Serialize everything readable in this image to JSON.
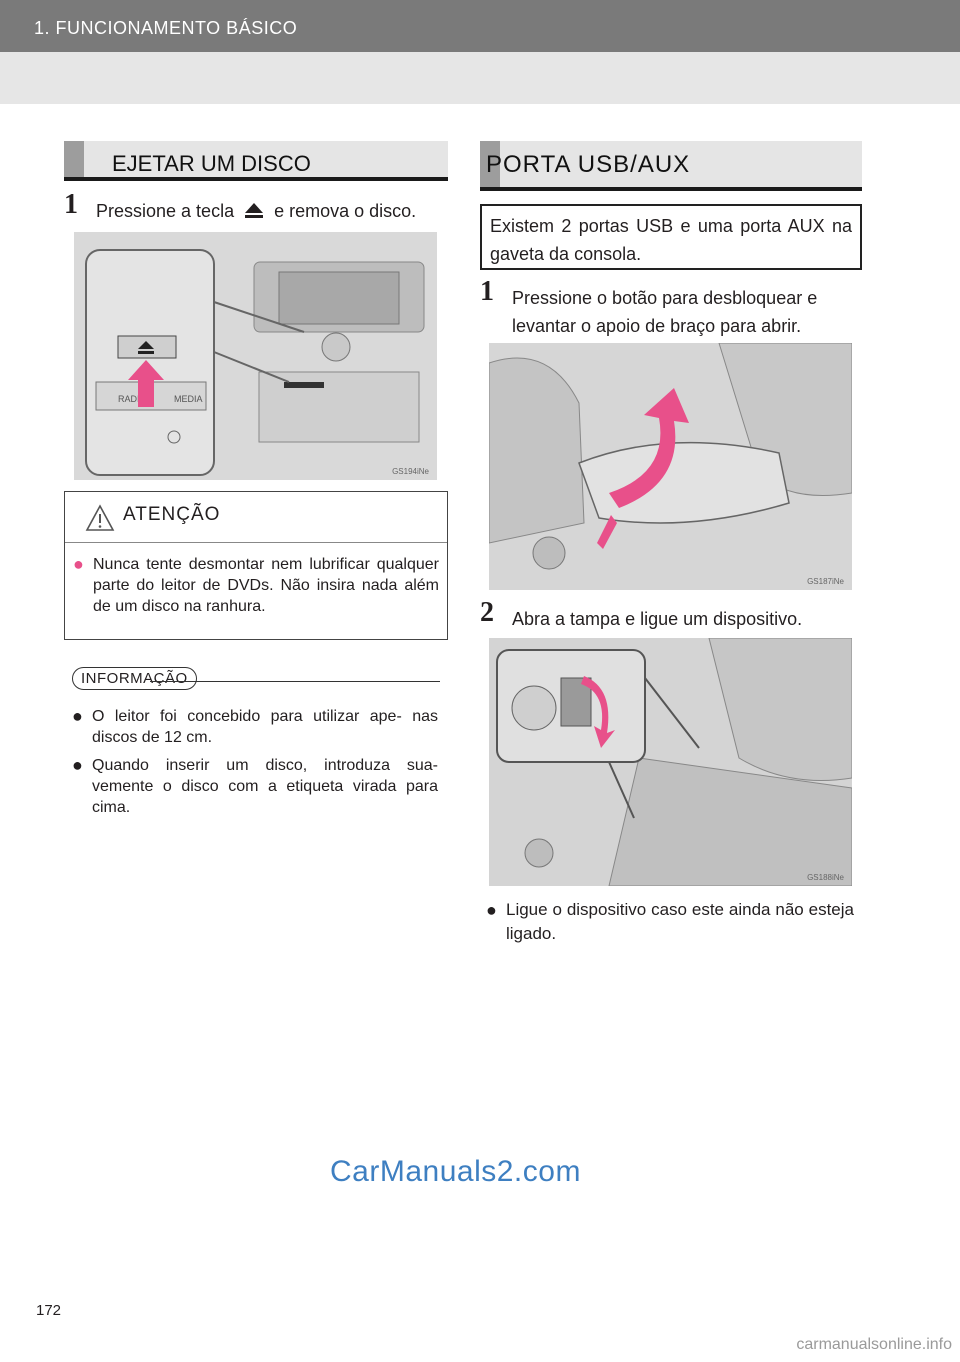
{
  "header": {
    "title": "1. FUNCIONAMENTO BÁSICO"
  },
  "left": {
    "section_title": "EJETAR UM DISCO",
    "step1": {
      "num": "1",
      "text_before": "Pressione a tecla",
      "text_after": "e remova o disco."
    },
    "fig1": {
      "code": "GS194iNe",
      "labels": [
        "RADIO",
        "MEDIA"
      ]
    },
    "caution": {
      "title": "ATENÇÃO",
      "items": [
        "Nunca tente desmontar nem lubrificar qualquer parte do leitor de DVDs. Não insira nada além de um disco na ranhura."
      ]
    },
    "info": {
      "title": "INFORMAÇÃO",
      "items": [
        "O leitor foi concebido para utilizar ape- nas discos de 12 cm.",
        "Quando inserir um disco, introduza sua- vemente o disco com a etiqueta virada para cima."
      ]
    }
  },
  "right": {
    "section_title": "PORTA USB/AUX",
    "intro": "Existem 2 portas USB e uma porta AUX na gaveta da consola.",
    "step1": {
      "num": "1",
      "text": "Pressione o botão para desbloquear e levantar o apoio de braço para abrir."
    },
    "fig2": {
      "code": "GS187iNe"
    },
    "step2": {
      "num": "2",
      "text": "Abra a tampa e ligue um dispositivo."
    },
    "fig3": {
      "code": "GS188iNe"
    },
    "note": "Ligue o dispositivo caso este ainda não esteja ligado."
  },
  "footer": {
    "page_number": "172",
    "watermark": "CarManuals2.com",
    "site": "carmanualsonline.info"
  },
  "colors": {
    "accent_arrow": "#e8508a",
    "header_bar": "#7a7a7a"
  }
}
